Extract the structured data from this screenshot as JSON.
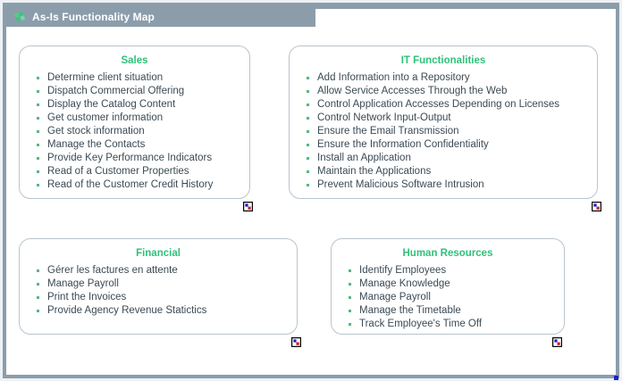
{
  "window": {
    "title": "As-Is Functionality Map",
    "title_icon": "package-diamond-icon",
    "accent_green": "#2fc17a",
    "titlebar_bg": "#8b9dab",
    "border_color": "#8b9dab",
    "text_color": "#3b4a54",
    "bullet_color": "#56b87f"
  },
  "packages": [
    {
      "title": "Sales",
      "items": [
        "Determine client situation",
        "Dispatch Commercial Offering",
        "Display the Catalog Content",
        "Get customer information",
        "Get stock information",
        "Manage the Contacts",
        "Provide Key Performance Indicators",
        "Read of a Customer Properties",
        "Read of the Customer Credit History"
      ],
      "marker_icon": "sub-diagram-icon"
    },
    {
      "title": "IT Functionalities",
      "items": [
        "Add Information into a Repository",
        "Allow Service Accesses Through the Web",
        "Control Application Accesses Depending on Licenses",
        "Control Network Input-Output",
        "Ensure the Email Transmission",
        "Ensure the Information Confidentiality",
        "Install an Application",
        "Maintain the Applications",
        "Prevent Malicious Software Intrusion"
      ],
      "marker_icon": "sub-diagram-icon"
    },
    {
      "title": "Financial",
      "items": [
        "Gérer les factures en attente",
        "Manage Payroll",
        "Print the Invoices",
        "Provide Agency Revenue Statictics"
      ],
      "marker_icon": "sub-diagram-icon"
    },
    {
      "title": "Human Resources",
      "items": [
        "Identify Employees",
        "Manage Knowledge",
        "Manage Payroll",
        "Manage the Timetable",
        "Track Employee's Time Off"
      ],
      "marker_icon": "sub-diagram-icon"
    }
  ]
}
